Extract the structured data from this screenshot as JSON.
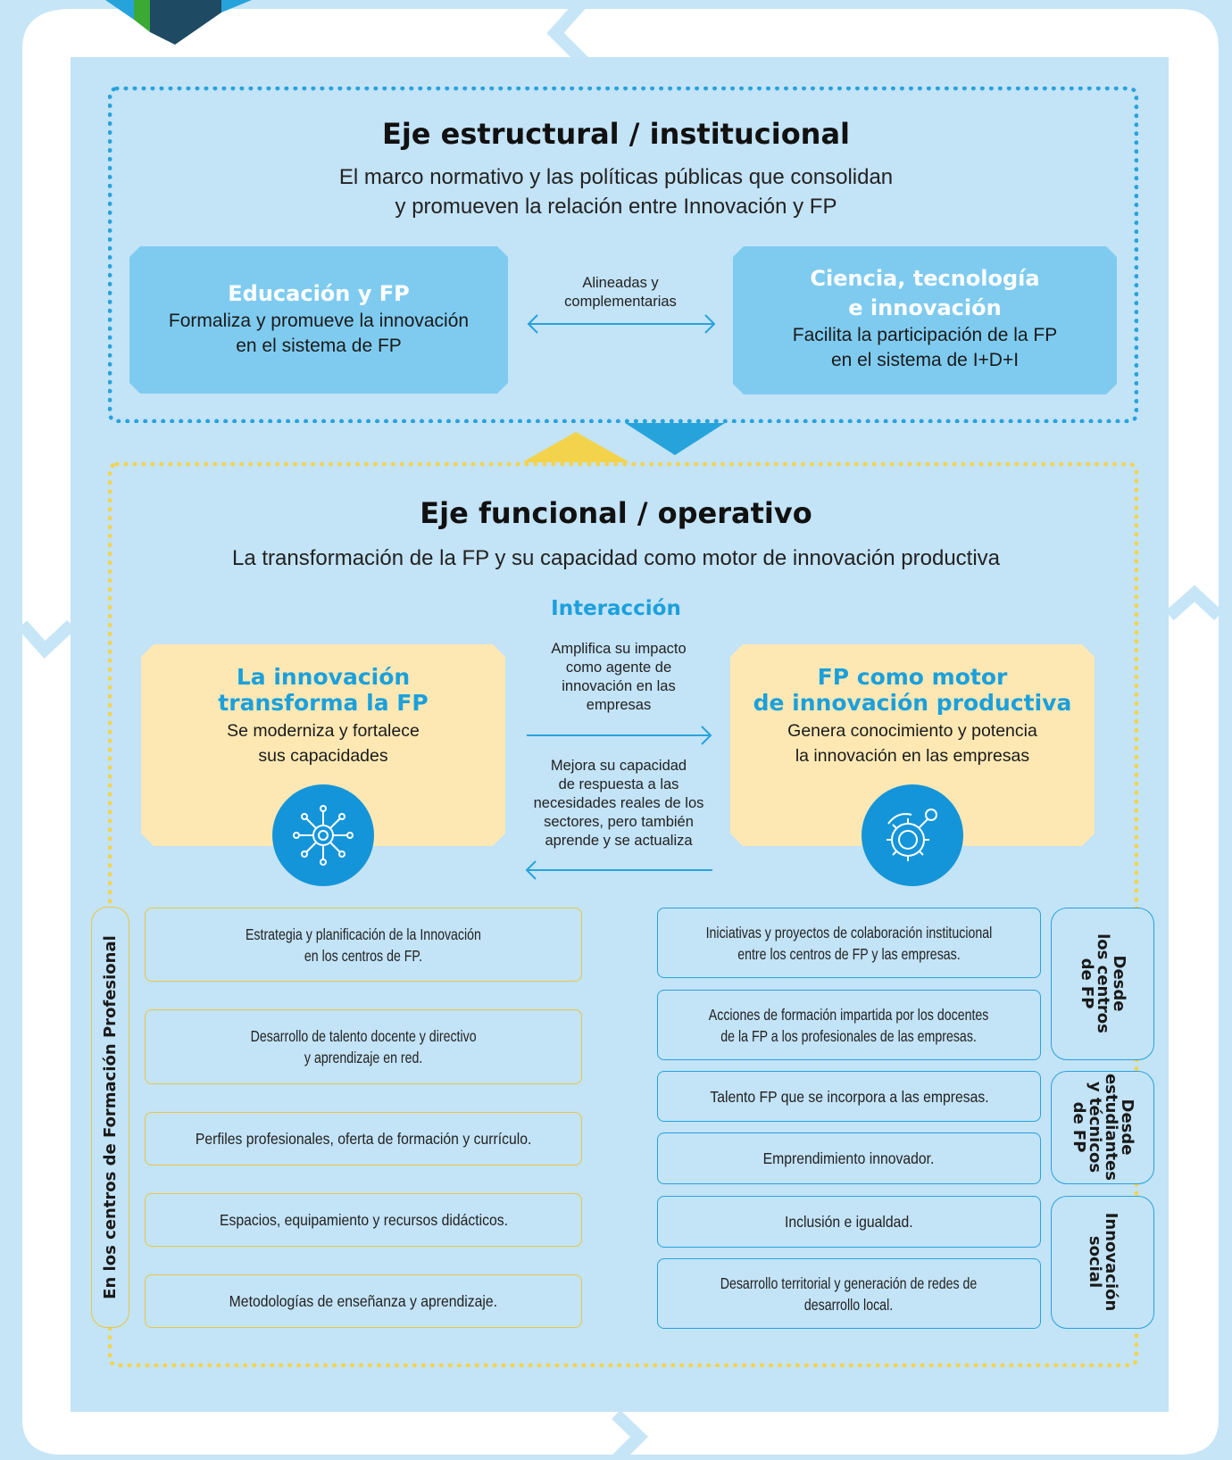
{
  "structural": {
    "title": "Eje estructural / institucional",
    "subtitle_line1": "El marco normativo y las políticas públicas que consolidan",
    "subtitle_line2": "y promueven la relación entre Innovación y FP",
    "left_card": {
      "title": "Educación y FP",
      "body_line1": "Formaliza y promueve la innovación",
      "body_line2": "en el sistema de FP"
    },
    "link_line1": "Alineadas y",
    "link_line2": "complementarias",
    "right_card": {
      "title_line1": "Ciencia, tecnología",
      "title_line2": "e innovación",
      "body_line1": "Facilita la participación de la FP",
      "body_line2": "en el sistema de I+D+I"
    }
  },
  "functional": {
    "title": "Eje funcional / operativo",
    "subtitle": "La transformación de la FP y su capacidad como motor de innovación productiva",
    "interaction_label": "Interacción",
    "left_card": {
      "title_line1": "La innovación",
      "title_line2": "transforma la FP",
      "body_line1": "Se moderniza y fortalece",
      "body_line2": "sus capacidades",
      "icon": "network-node-icon"
    },
    "right_card": {
      "title_line1": "FP como motor",
      "title_line2": "de innovación productiva",
      "body_line1": "Genera conocimiento y potencia",
      "body_line2": "la innovación en las empresas",
      "icon": "gear-innovation-icon"
    },
    "forward_text": [
      "Amplifica su impacto",
      "como agente de",
      "innovación en las",
      "empresas"
    ],
    "backward_text": [
      "Mejora su capacidad",
      "de respuesta a las",
      "necesidades reales de los",
      "sectores, pero también",
      "aprende y se actualiza"
    ]
  },
  "left_column": {
    "label": "En los centros de Formación Profesional",
    "items": [
      {
        "line1": "Estrategia y planificación de la Innovación",
        "line2": "en los centros de FP."
      },
      {
        "line1": "Desarrollo de talento docente y directivo",
        "line2": "y aprendizaje en red."
      },
      {
        "line1": "Perfiles profesionales, oferta de formación y currículo.",
        "line2": ""
      },
      {
        "line1": "Espacios, equipamiento y recursos didácticos.",
        "line2": ""
      },
      {
        "line1": "Metodologías de enseñanza y aprendizaje.",
        "line2": ""
      }
    ]
  },
  "right_column": {
    "groups": [
      {
        "label_lines": [
          "Desde",
          "los centros",
          "de FP"
        ]
      },
      {
        "label_lines": [
          "Desde",
          "estudiantes",
          "y técnicos",
          "de FP"
        ]
      },
      {
        "label_lines": [
          "Innovación",
          "social"
        ]
      }
    ],
    "items": [
      {
        "line1": "Iniciativas y proyectos de colaboración institucional",
        "line2": "entre los centros de FP y las empresas."
      },
      {
        "line1": "Acciones de formación impartida por los docentes",
        "line2": "de la FP a los profesionales de las empresas."
      },
      {
        "line1": "Talento FP que se incorpora a las empresas.",
        "line2": ""
      },
      {
        "line1": "Emprendimiento innovador.",
        "line2": ""
      },
      {
        "line1": "Inclusión e igualdad.",
        "line2": ""
      },
      {
        "line1": "Desarrollo territorial y generación de redes de",
        "line2": "desarrollo local."
      }
    ]
  },
  "colors": {
    "frame_blue": "#27a3dc",
    "frame_yellow": "#f3d34c",
    "card_blue": "#7fcbf0",
    "card_yellow": "#fde8b4",
    "accent_blue": "#1ba0dc"
  }
}
